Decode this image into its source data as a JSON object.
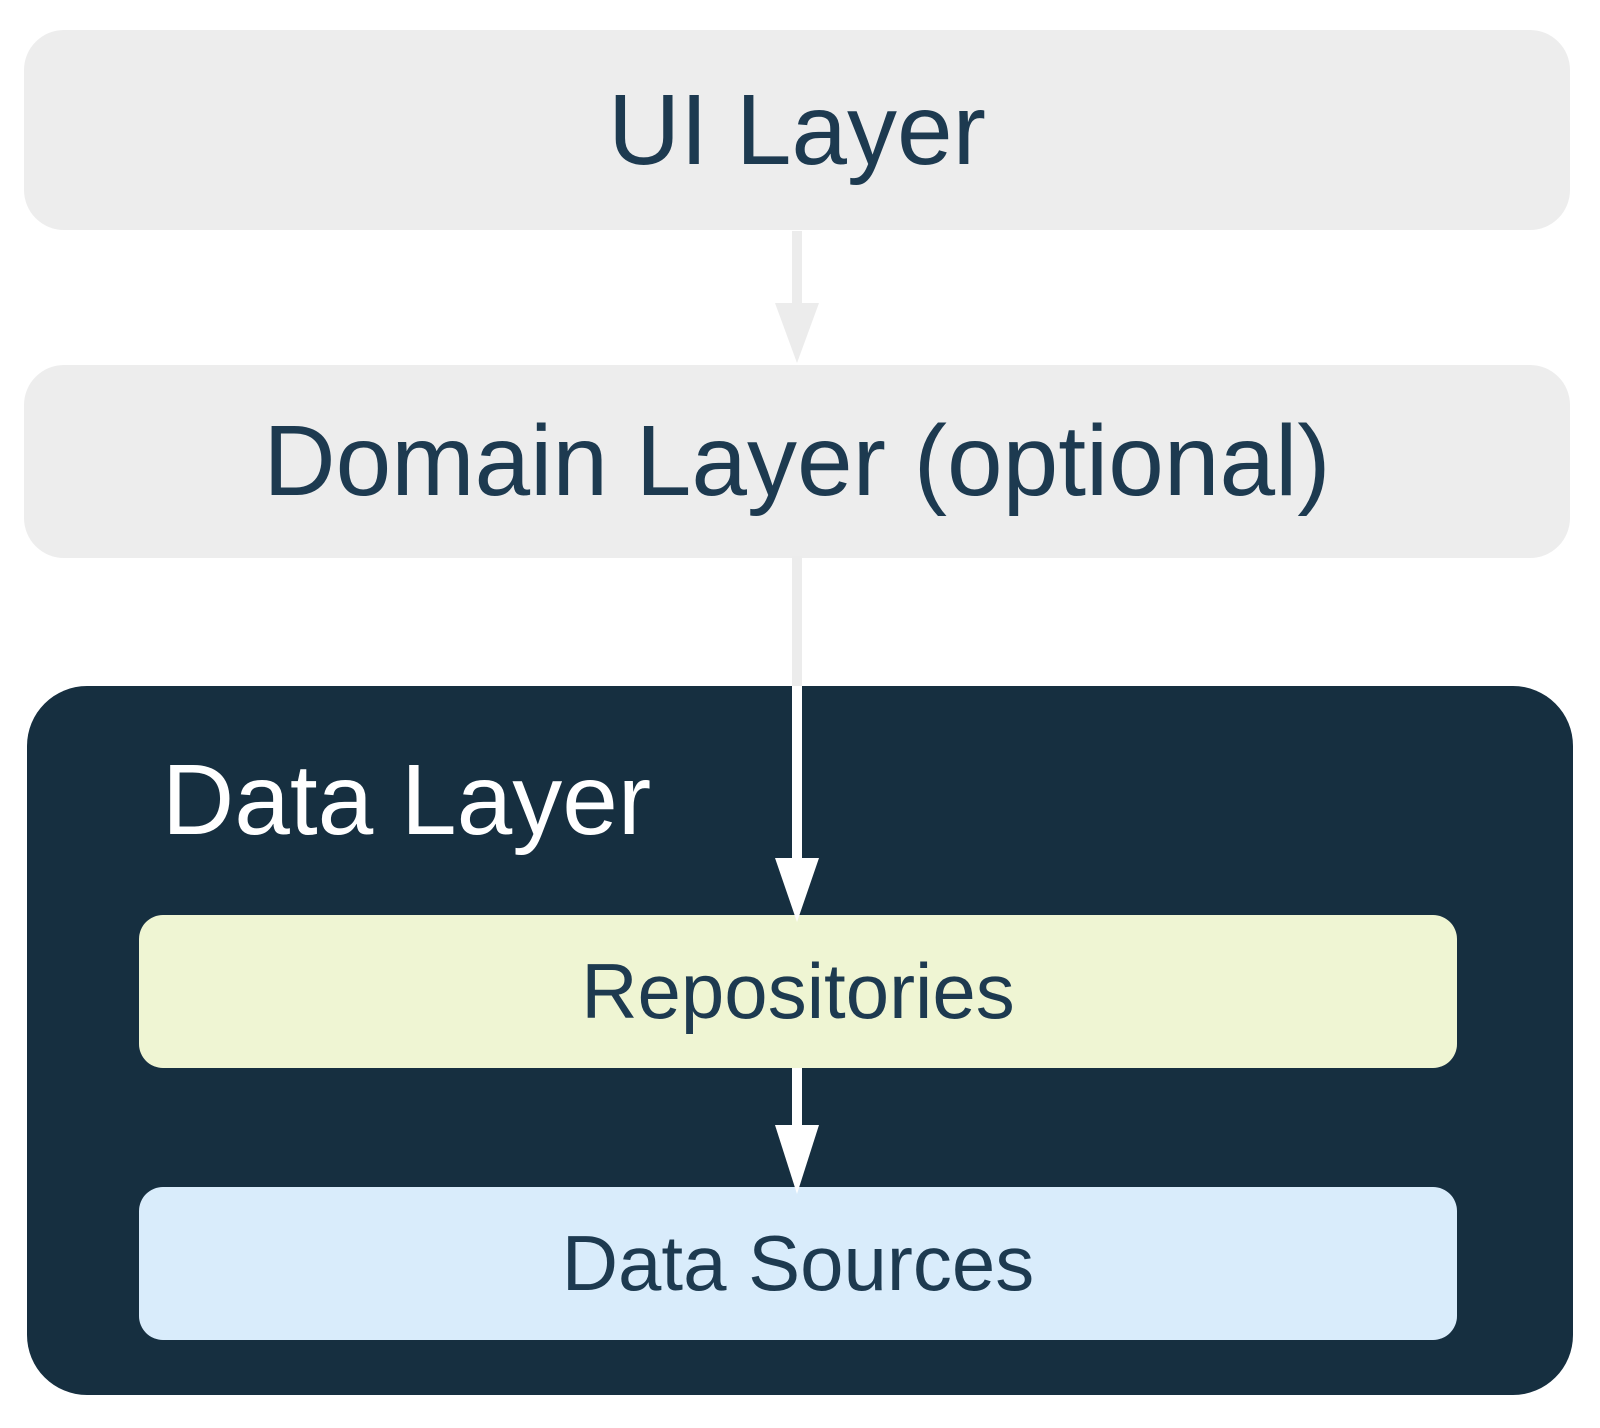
{
  "nodes": {
    "ui_layer": {
      "label": "UI Layer"
    },
    "domain_layer": {
      "label": "Domain Layer (optional)"
    },
    "data_layer": {
      "label": "Data Layer"
    },
    "repositories": {
      "label": "Repositories"
    },
    "data_sources": {
      "label": "Data Sources"
    }
  },
  "edges": [
    {
      "from": "UI Layer",
      "to": "Domain Layer (optional)"
    },
    {
      "from": "Domain Layer (optional)",
      "to": "Repositories"
    },
    {
      "from": "Repositories",
      "to": "Data Sources"
    }
  ],
  "colors": {
    "light_bar_bg": "#ededed",
    "dark_container_bg": "#162f40",
    "repositories_bg": "#eff5d3",
    "data_sources_bg": "#d9ecfb",
    "navy_text": "#1d3a50",
    "white_text": "#ffffff",
    "arrow_gray": "#ececec",
    "arrow_white": "#ffffff"
  }
}
